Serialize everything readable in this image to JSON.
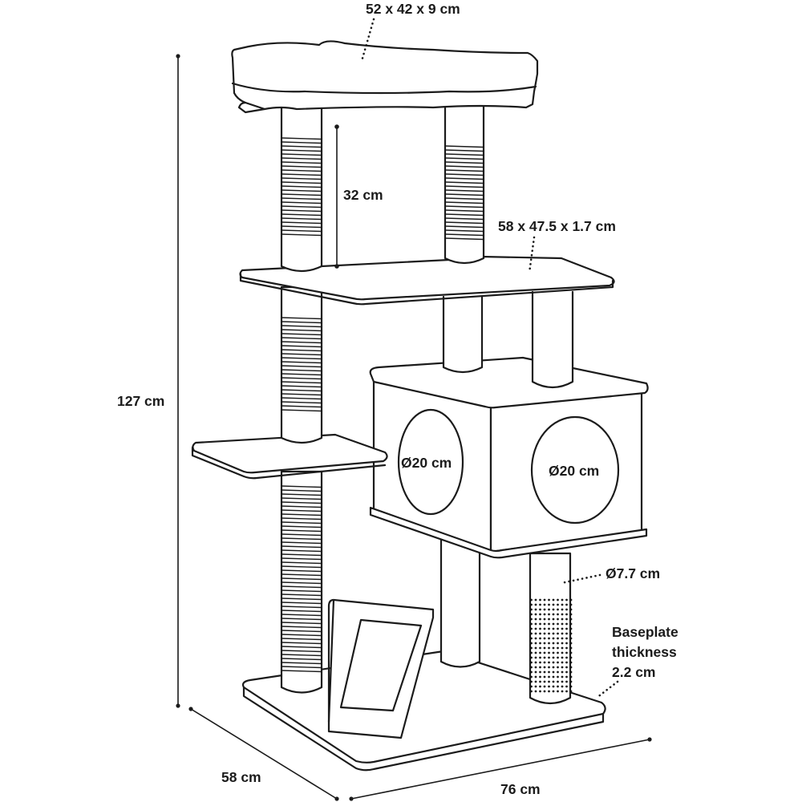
{
  "labels": {
    "top_platform": "52 x 42 x 9 cm",
    "post_height": "32 cm",
    "mid_platform": "58 x 47.5 x 1.7 cm",
    "total_height": "127 cm",
    "cave_left_opening": "Ø20 cm",
    "cave_right_opening": "Ø20 cm",
    "post_diameter": "Ø7.7 cm",
    "baseplate_line1": "Baseplate",
    "baseplate_line2": "thickness",
    "baseplate_line3": "2.2 cm",
    "depth": "58 cm",
    "width": "76 cm"
  },
  "colors": {
    "stroke": "#1b1b1b",
    "background": "#ffffff"
  }
}
